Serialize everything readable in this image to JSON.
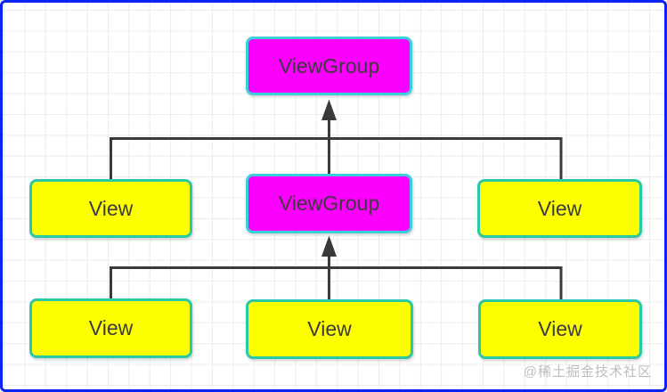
{
  "diagram": {
    "type": "tree",
    "description": "View hierarchy tree of ViewGroup and View nodes",
    "nodes": [
      {
        "id": "root",
        "label": "ViewGroup",
        "kind": "viewgroup",
        "row": 0
      },
      {
        "id": "mid-left",
        "label": "View",
        "kind": "view",
        "row": 1
      },
      {
        "id": "mid-center",
        "label": "ViewGroup",
        "kind": "viewgroup",
        "row": 1
      },
      {
        "id": "mid-right",
        "label": "View",
        "kind": "view",
        "row": 1
      },
      {
        "id": "bottom-left",
        "label": "View",
        "kind": "view",
        "row": 2
      },
      {
        "id": "bottom-center",
        "label": "View",
        "kind": "view",
        "row": 2
      },
      {
        "id": "bottom-right",
        "label": "View",
        "kind": "view",
        "row": 2
      }
    ],
    "edges": [
      {
        "from": "mid-left",
        "to": "root",
        "arrow": false
      },
      {
        "from": "mid-center",
        "to": "root",
        "arrow": true
      },
      {
        "from": "mid-right",
        "to": "root",
        "arrow": false
      },
      {
        "from": "bottom-left",
        "to": "mid-center",
        "arrow": false
      },
      {
        "from": "bottom-center",
        "to": "mid-center",
        "arrow": true
      },
      {
        "from": "bottom-right",
        "to": "mid-center",
        "arrow": false
      }
    ],
    "watermark": "@稀土掘金技术社区",
    "colors": {
      "viewgroup_fill": "#fb00fc",
      "viewgroup_border": "#3ccfda",
      "view_fill": "#fdfe00",
      "view_border": "#2cc8a6",
      "connector": "#3a3a3a",
      "canvas_border": "#0b23f8",
      "grid_line": "#ececec",
      "watermark_color": "#bdbdbd"
    }
  }
}
